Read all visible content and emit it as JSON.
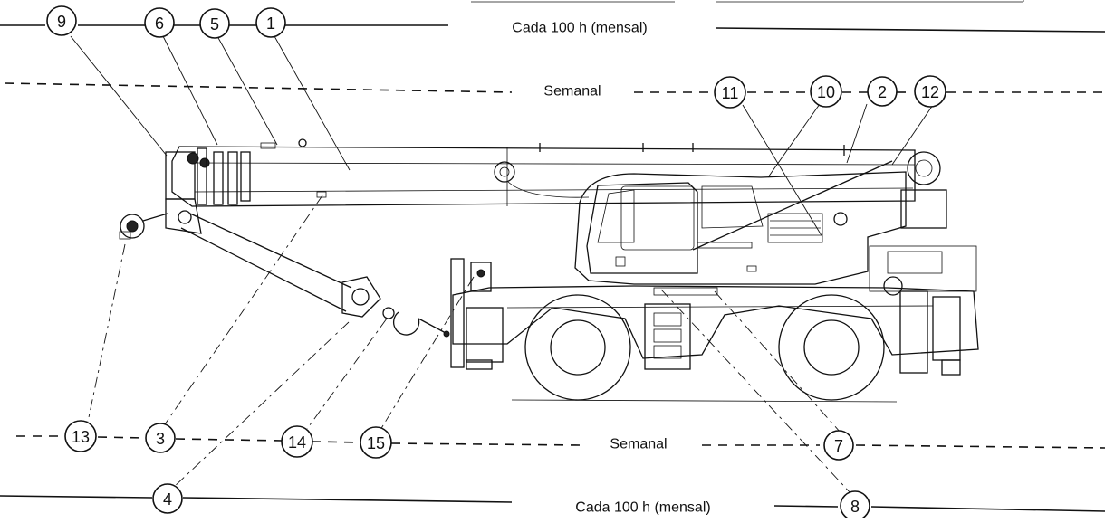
{
  "labels": {
    "top_monthly": "Cada 100 h (mensal)",
    "upper_weekly": "Semanal",
    "lower_weekly": "Semanal",
    "bottom_monthly": "Cada 100 h (mensal)"
  },
  "callouts": {
    "c1": "1",
    "c2": "2",
    "c3": "3",
    "c4": "4",
    "c5": "5",
    "c6": "6",
    "c7": "7",
    "c8": "8",
    "c9": "9",
    "c10": "10",
    "c11": "11",
    "c12": "12",
    "c13": "13",
    "c14": "14",
    "c15": "15"
  }
}
